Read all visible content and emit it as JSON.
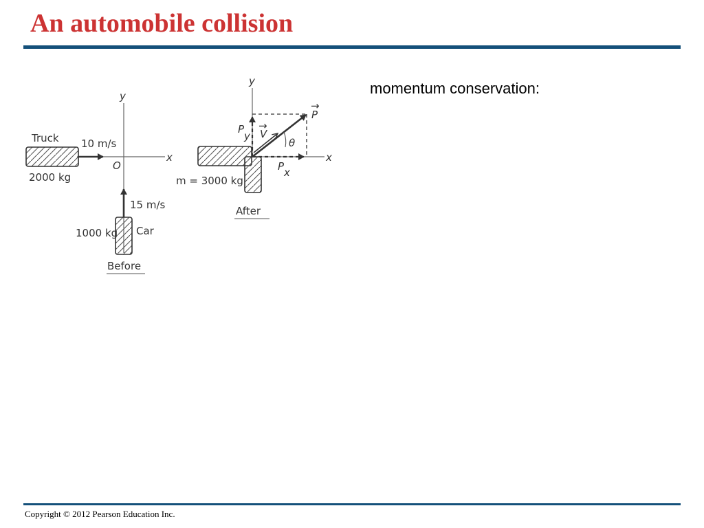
{
  "slide": {
    "title": "An automobile collision",
    "side_text": "momentum conservation:",
    "footer": "Copyright © 2012 Pearson Education Inc.",
    "colors": {
      "title": "#cc3333",
      "rule": "#14507a",
      "ink": "#333333"
    }
  },
  "before": {
    "axis_y": "y",
    "axis_x": "x",
    "origin": "O",
    "truck_label": "Truck",
    "truck_speed": "10 m/s",
    "truck_mass": "2000 kg",
    "car_speed": "15 m/s",
    "car_mass": "1000 kg",
    "car_label": "Car",
    "caption": "Before"
  },
  "after": {
    "axis_y": "y",
    "axis_x": "x",
    "p_label": "P",
    "v_label": "V",
    "py_label": "P",
    "py_sub": "y",
    "px_label": "P",
    "px_sub": "x",
    "theta": "θ",
    "mass": "m = 3000 kg",
    "caption": "After"
  }
}
